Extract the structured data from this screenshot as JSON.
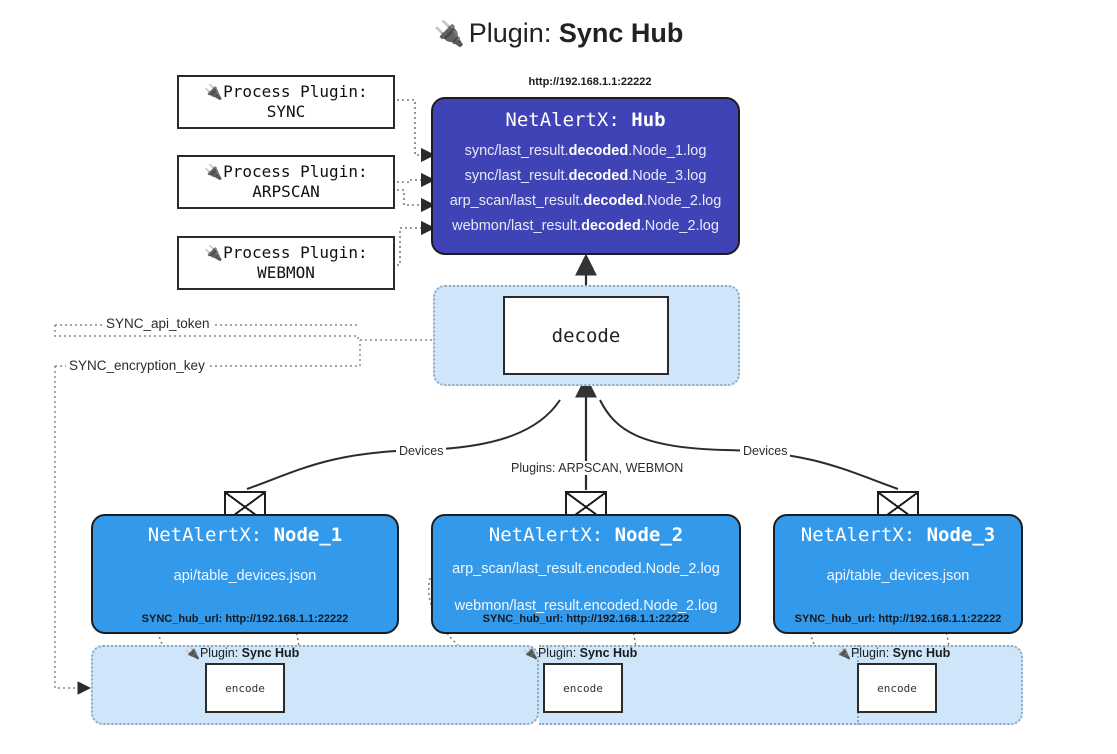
{
  "title": {
    "icon": "🔌",
    "prefix": "Plugin:",
    "name": "Sync Hub"
  },
  "process_plugins": [
    {
      "icon": "🔌",
      "label": "Process Plugin:",
      "plugin": "SYNC"
    },
    {
      "icon": "🔌",
      "label": "Process Plugin:",
      "plugin": "ARPSCAN"
    },
    {
      "icon": "🔌",
      "label": "Process Plugin:",
      "plugin": "WEBMON"
    }
  ],
  "hub": {
    "url": "http://192.168.1.1:22222",
    "app": "NetAlertX:",
    "name": "Hub",
    "lines": [
      {
        "pre": "sync/last_result.",
        "mid": "decoded",
        "post": ".Node_1.log"
      },
      {
        "pre": "sync/last_result.",
        "mid": "decoded",
        "post": ".Node_3.log"
      },
      {
        "pre": "arp_scan/last_result.",
        "mid": "decoded",
        "post": ".Node_2.log"
      },
      {
        "pre": "webmon/last_result.",
        "mid": "decoded",
        "post": ".Node_2.log"
      }
    ]
  },
  "decode": {
    "label": "decode"
  },
  "keys": {
    "api_token": "SYNC_api_token",
    "encryption_key": "SYNC_encryption_key"
  },
  "edge_labels": {
    "devices_left": "Devices",
    "devices_right": "Devices",
    "plugins_center": "Plugins: ARPSCAN, WEBMON"
  },
  "nodes": [
    {
      "app": "NetAlertX:",
      "name": "Node_1",
      "lines": [
        "api/table_devices.json"
      ],
      "hub_url_label": "SYNC_hub_url: http://192.168.1.1:22222"
    },
    {
      "app": "NetAlertX:",
      "name": "Node_2",
      "lines": [
        "arp_scan/last_result.encoded.Node_2.log",
        "webmon/last_result.encoded.Node_2.log"
      ],
      "hub_url_label": "SYNC_hub_url: http://192.168.1.1:22222"
    },
    {
      "app": "NetAlertX:",
      "name": "Node_3",
      "lines": [
        "api/table_devices.json"
      ],
      "hub_url_label": "SYNC_hub_url: http://192.168.1.1:22222"
    }
  ],
  "plugin_zones": [
    {
      "icon": "🔌",
      "prefix": "Plugin:",
      "name": "Sync Hub",
      "box": "encode"
    },
    {
      "icon": "🔌",
      "prefix": "Plugin:",
      "name": "Sync Hub",
      "box": "encode"
    },
    {
      "icon": "🔌",
      "prefix": "Plugin:",
      "name": "Sync Hub",
      "box": "encode"
    }
  ],
  "colors": {
    "hub_fill": "#3f43b5",
    "node_fill": "#3399eb",
    "zone_fill": "#cfe5fa",
    "stroke": "#1d1d1d"
  }
}
